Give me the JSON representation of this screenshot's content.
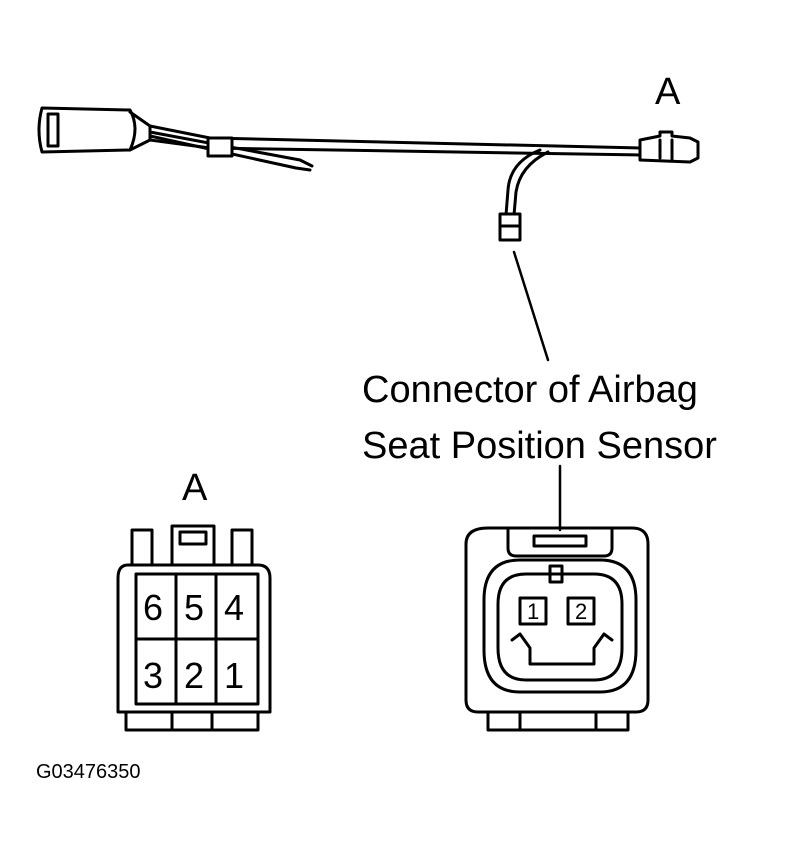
{
  "labels": {
    "connector_a_top": "A",
    "connector_a_bottom": "A",
    "sensor_line1": "Connector of Airbag",
    "sensor_line2": "Seat Position Sensor",
    "figure_code": "G03476350"
  },
  "connector_a_pins": [
    "6",
    "5",
    "4",
    "3",
    "2",
    "1"
  ],
  "sensor_pins": [
    "1",
    "2"
  ]
}
